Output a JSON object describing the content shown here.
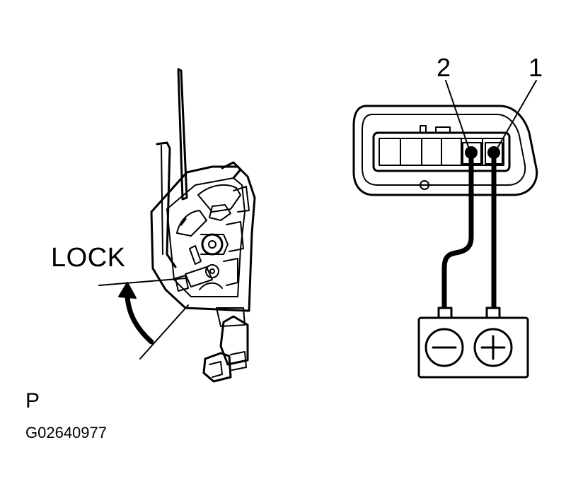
{
  "labels": {
    "lock": "LOCK",
    "pin_2": "2",
    "pin_1": "1",
    "view": "P",
    "figure_code": "G02640977"
  },
  "icons": {
    "door_lock_actuator": "door-lock-actuator-icon",
    "connector": "connector-icon",
    "battery": "battery-icon",
    "rotation_arrow": "curved-arrow-icon"
  }
}
